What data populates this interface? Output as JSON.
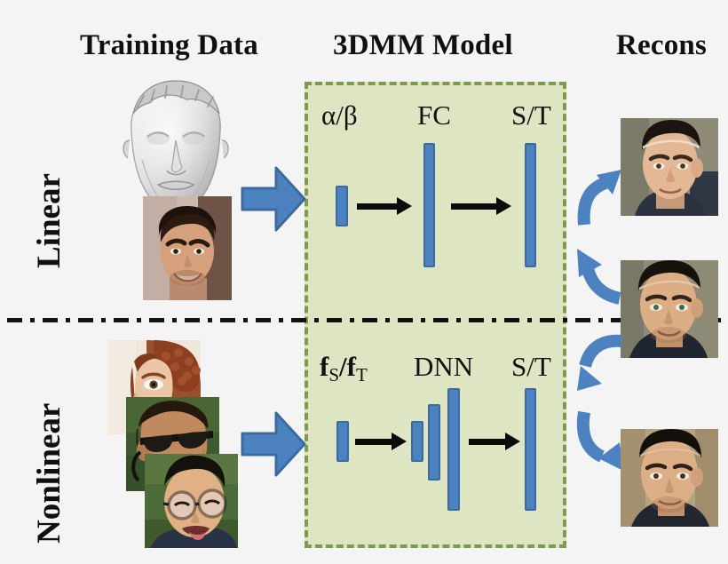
{
  "figure": {
    "background_color": "#f4f4f4",
    "accent_blue": "#4d82c0",
    "accent_blue_dark": "#3d6a9e",
    "model_box_fill": "#dce5c2",
    "model_box_border": "#7f9a4f"
  },
  "headers": {
    "training": "Training Data",
    "model": "3DMM Model",
    "recons": "Recons"
  },
  "rows": {
    "linear": {
      "label": "Linear",
      "input_label": "α/β",
      "middle_label": "FC",
      "output_label": "S/T"
    },
    "nonlinear": {
      "label": "Nonlinear",
      "input_label_base": "f",
      "input_label_sub_shape": "S",
      "input_label_sep": "/f",
      "input_label_sub_texture": "T",
      "middle_label": "DNN",
      "output_label": "S/T"
    }
  },
  "icons": {
    "block_arrow": "block-arrow-right-icon",
    "thin_arrow": "arrow-right-icon",
    "curve_arrow_up": "curved-arrow-up-icon",
    "curve_arrow_down": "curved-arrow-down-icon",
    "mesh": "face-mesh-icon"
  },
  "images": {
    "linear_scan": "3d-face-scan",
    "linear_photo": "training-photo-smiling-man",
    "nonlinear_photos": [
      "training-photo-woman-beanie",
      "training-photo-man-sunglasses",
      "training-photo-man-glasses"
    ],
    "recons": [
      "recon-face-linear",
      "recon-face-input",
      "recon-face-nonlinear"
    ]
  }
}
